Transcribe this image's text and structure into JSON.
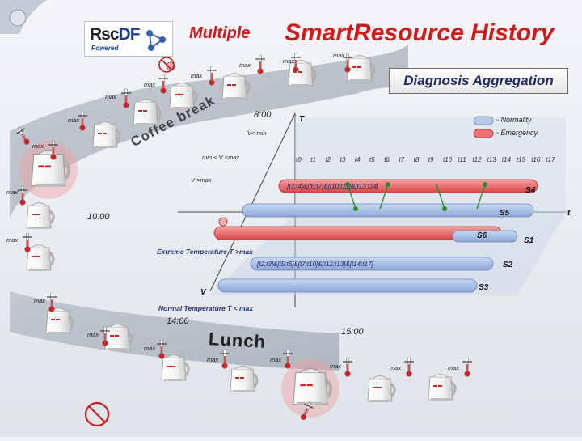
{
  "header": {
    "logo_text_rsc": "Rsc",
    "logo_text_df": "DF",
    "logo_powered": "Powered",
    "title_part1": "Multiple",
    "title_part2": "SmartResource History"
  },
  "panel_title": "Diagnosis Aggregation",
  "legend": {
    "normality": "- Normality",
    "emergency": "- Emergency",
    "normality_color": "#b8c8e8",
    "emergency_color": "#ee7272"
  },
  "times": {
    "t800": "8:00",
    "t1000": "10:00",
    "t1400": "14:00",
    "t1500": "15:00"
  },
  "events": {
    "coffee_break": "Coffee break",
    "lunch": "Lunch"
  },
  "axis": {
    "T": "T",
    "V": "V",
    "t": "t",
    "v_less_min": "V< min",
    "min_v_max": "min < V <max",
    "v_greater_max": "V >max",
    "extreme_temp": "Extreme Temperature T >max",
    "normal_temp": "Normal Temperature T < max"
  },
  "ticks": [
    "t0",
    "t1",
    "t2",
    "t3",
    "t4",
    "t5",
    "t6",
    "t7",
    "t8",
    "t9",
    "t10",
    "t11",
    "t12",
    "t13",
    "t14",
    "t15",
    "t16",
    "t17"
  ],
  "segments": {
    "s4": "[t3;t4]&[t6;t7]&[t10;t11]&[t13;t14]",
    "s2": "[t2;t3]&[t5;t6]&[t7;t10]&[t12;t13]&[t14;t17]"
  },
  "states": {
    "S1": "S1",
    "S2": "S2",
    "S3": "S3",
    "S4": "S4",
    "S5": "S5",
    "S6": "S6"
  },
  "max_label": "max"
}
